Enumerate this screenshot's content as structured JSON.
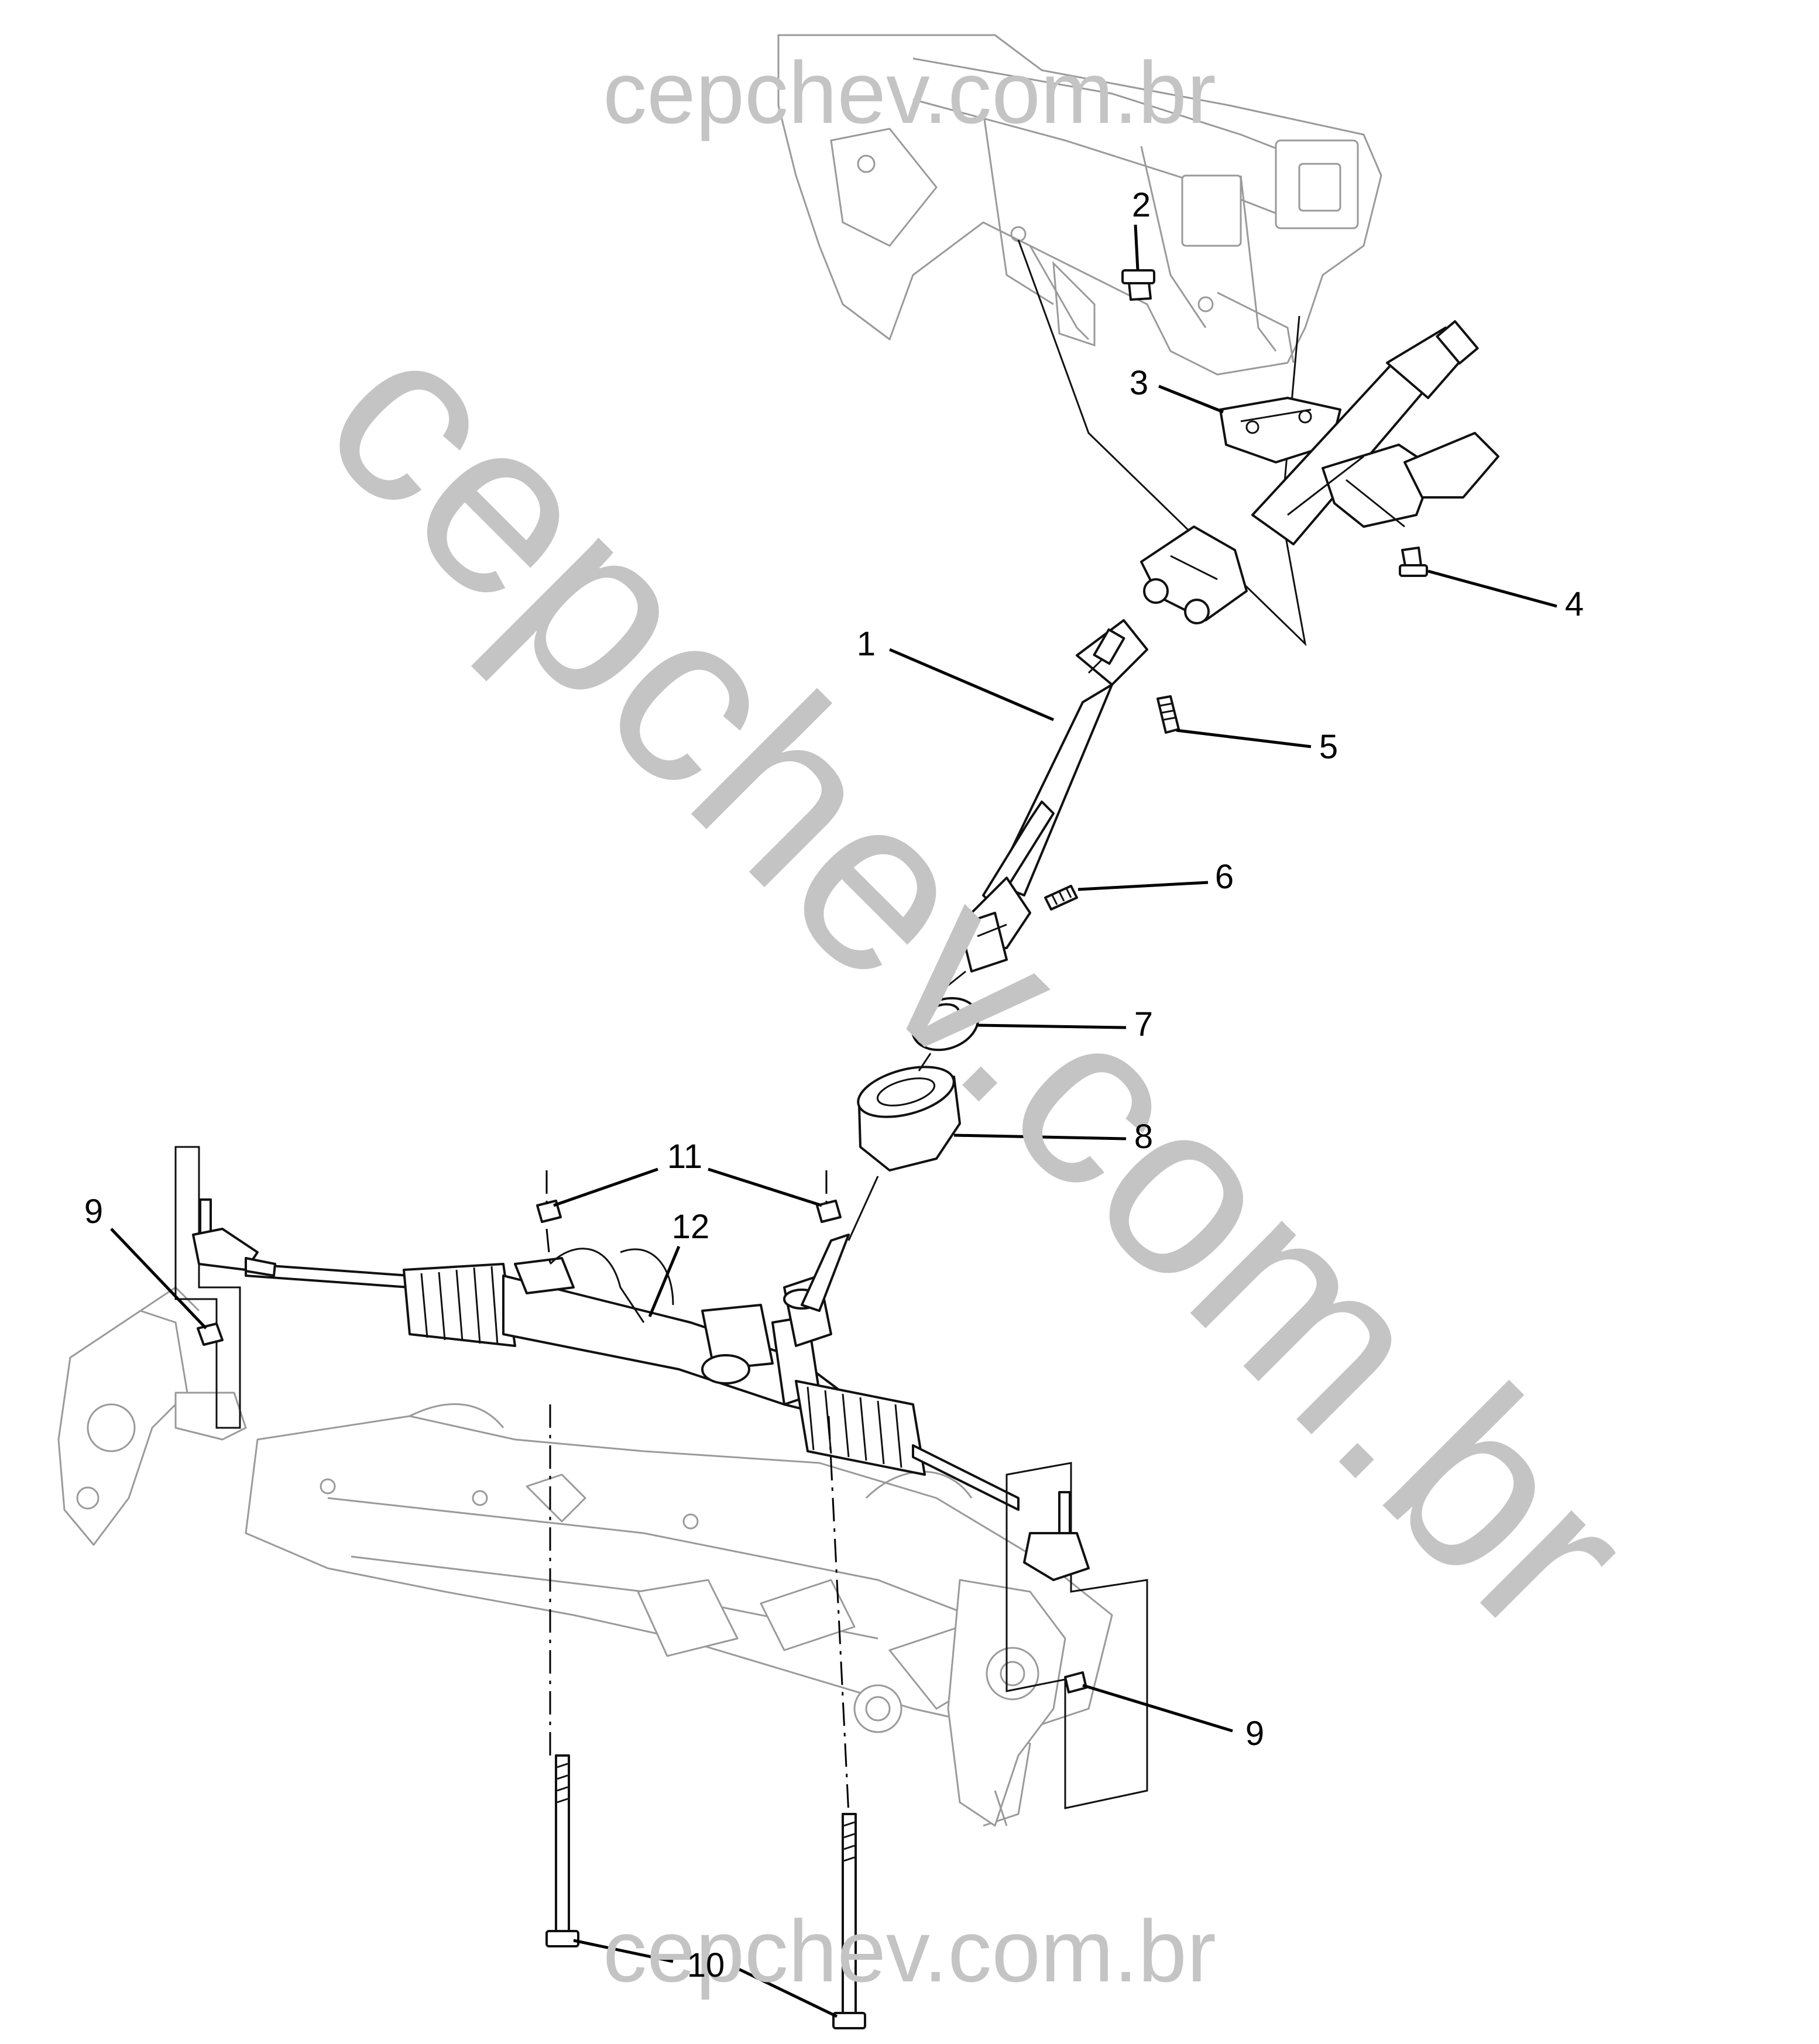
{
  "watermarks": {
    "top": "cepchev.com.br",
    "diagonal": "cepchev.com.br",
    "bottom": "cepchev.com.br"
  },
  "callouts": {
    "c1": "1",
    "c2": "2",
    "c3": "3",
    "c4": "4",
    "c5": "5",
    "c6": "6",
    "c7": "7",
    "c8": "8",
    "c9a": "9",
    "c9b": "9",
    "c10": "10",
    "c11": "11",
    "c12": "12"
  }
}
